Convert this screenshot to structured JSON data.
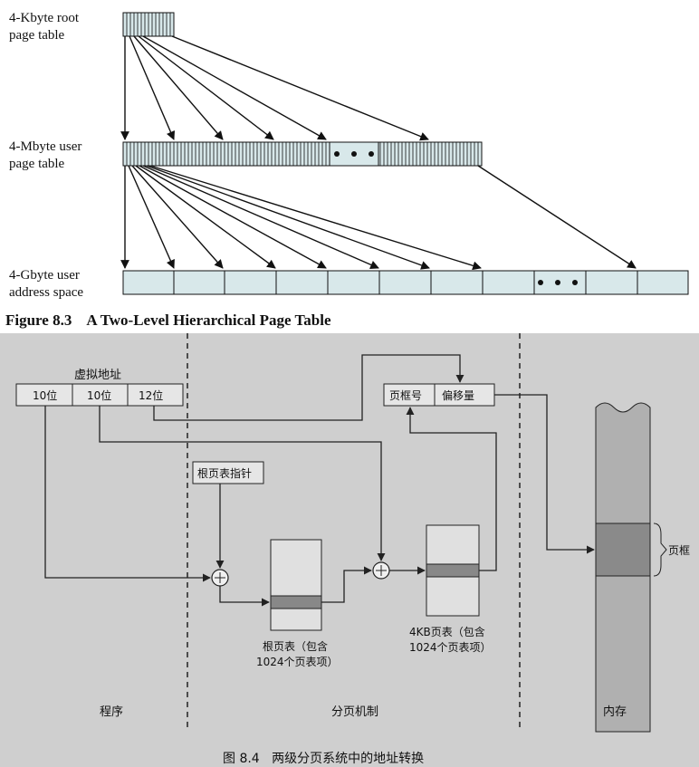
{
  "figure_8_3": {
    "label_root": [
      "4-Kbyte root",
      "page table"
    ],
    "label_user_table": [
      "4-Mbyte user",
      "page table"
    ],
    "label_address_space": [
      "4-Gbyte user",
      "address space"
    ],
    "caption": "Figure 8.3    A Two-Level Hierarchical Page Table"
  },
  "figure_8_4": {
    "virtual_address": "虚拟地址",
    "field_dir": "10位",
    "field_table": "10位",
    "field_offset": "12位",
    "root_pointer": "根页表指针",
    "frame_number": "页框号",
    "offset": "偏移量",
    "root_table_label": [
      "根页表（包含",
      "1024个页表项）"
    ],
    "page_table_label": [
      "4KB页表（包含",
      "1024个页表项）"
    ],
    "frame": "页框",
    "section_program": "程序",
    "section_paging": "分页机制",
    "section_memory": "内存",
    "caption": "图 8.4   两级分页系统中的地址转换",
    "colors": {
      "background": "#cfcfcf",
      "box_fill": "#e6e6e6",
      "entry_fill": "#888888",
      "memory_fill": "#a8a8a8",
      "table_fill": "#d8e8ea"
    }
  }
}
